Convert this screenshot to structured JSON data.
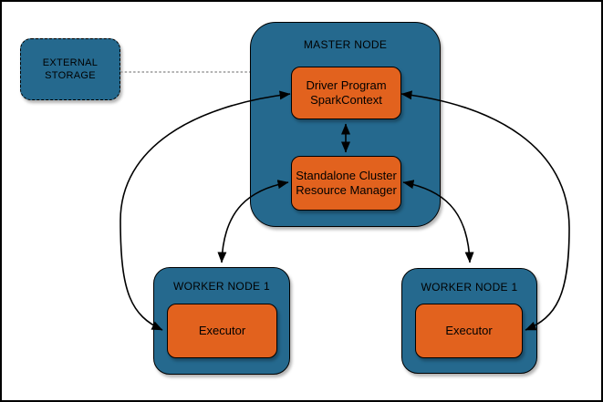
{
  "colors": {
    "node_blue": "#25698E",
    "accent_orange": "#E2621E",
    "line_black": "#000000",
    "dashed_gray": "#999999",
    "canvas_white": "#FFFFFF"
  },
  "diagram": {
    "external_storage": {
      "line1": "EXTERNAL",
      "line2": "STORAGE"
    },
    "master_node": {
      "title": "MASTER NODE",
      "driver_program": {
        "line1": "Driver Program",
        "line2": "SparkContext"
      },
      "resource_manager": {
        "line1": "Standalone Cluster",
        "line2": "Resource Manager"
      }
    },
    "worker_node_left": {
      "title": "WORKER NODE 1",
      "executor_label": "Executor"
    },
    "worker_node_right": {
      "title": "WORKER NODE 1",
      "executor_label": "Executor"
    }
  }
}
